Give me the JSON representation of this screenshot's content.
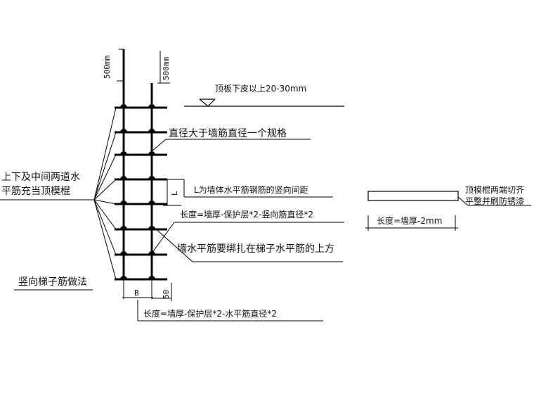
{
  "dimensions": {
    "top_left_extension": "500mm",
    "top_right_extension": "500mm",
    "spacing_marker": "L",
    "width_marker": "B",
    "bottom_extension": "50"
  },
  "annotations": {
    "top_elevation": "顶板下皮以上20-30mm",
    "rung_diameter": "直径大于墙筋直径一个规格",
    "spacing_note": "L为墙体水平筋钢筋的竖向间距",
    "vertical_length": "长度=墙厚-保护层*2-竖向筋直径*2",
    "tie_note": "墙水平筋要绑扎在梯子水平筋的上方",
    "bottom_length": "长度=墙厚-保护层*2-水平筋直径*2"
  },
  "left_notes": {
    "top_note_line1": "上下及中间两道水",
    "top_note_line2": "平筋充当顶模棍",
    "method_title": "竖向梯子筋做法"
  },
  "right_detail": {
    "note_line1": "顶模棍两端切齐",
    "note_line2": "平整并刷防锈漆",
    "length": "长度=墙厚-2mm"
  }
}
